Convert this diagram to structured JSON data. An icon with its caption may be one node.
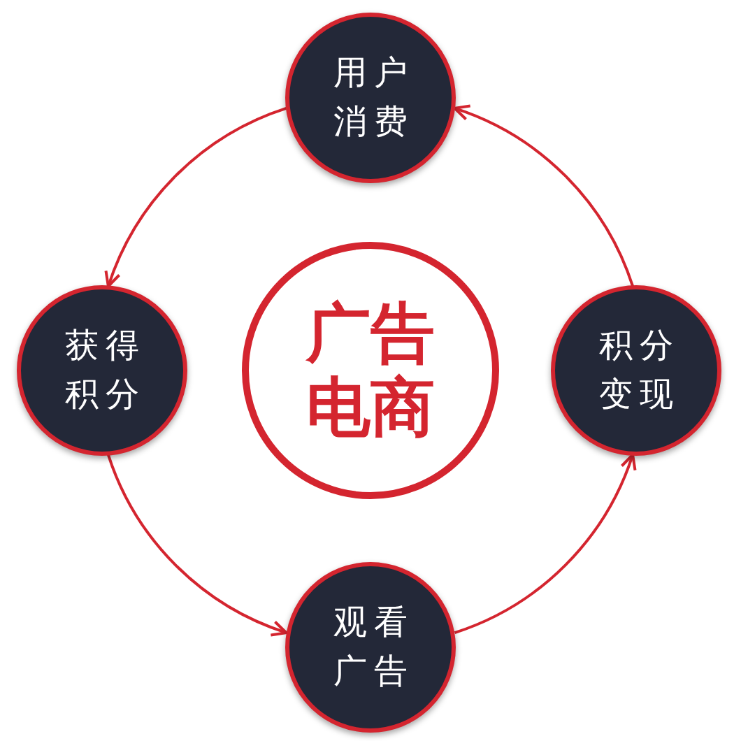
{
  "diagram": {
    "nodes": [
      {
        "text": [
          "广告电商"
        ]
      },
      {
        "text": [
          "用户消费"
        ]
      },
      {
        "text": [
          "获得积分"
        ]
      },
      {
        "text": [
          "观看广告"
        ]
      },
      {
        "text": [
          "积分变现"
        ]
      }
    ],
    "edges": [
      {
        "from": 1,
        "to": 2,
        "arrow": "to"
      },
      {
        "from": 2,
        "to": 3,
        "arrow": "to"
      },
      {
        "from": 3,
        "to": 4,
        "arrow": "to"
      },
      {
        "from": 4,
        "to": 1,
        "arrow": "to"
      }
    ]
  }
}
